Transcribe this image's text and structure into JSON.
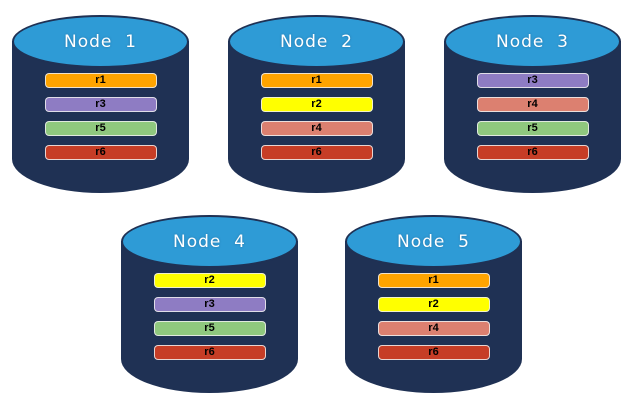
{
  "colors": {
    "background": "#FFFFFF",
    "cylinder_body": "#1F3154",
    "cylinder_top": "#2E9BD6",
    "replica_orange": "#FFA400",
    "replica_yellow": "#FFFF00",
    "replica_purple": "#8E7CC3",
    "replica_salmon": "#DC8070",
    "replica_green": "#8FC87E",
    "replica_red": "#C63D26"
  },
  "nodes": [
    {
      "name": "Node  1",
      "replicas": [
        {
          "label": "r1",
          "color": "#FFA400"
        },
        {
          "label": "r3",
          "color": "#8E7CC3"
        },
        {
          "label": "r5",
          "color": "#8FC87E"
        },
        {
          "label": "r6",
          "color": "#C63D26"
        }
      ]
    },
    {
      "name": "Node  2",
      "replicas": [
        {
          "label": "r1",
          "color": "#FFA400"
        },
        {
          "label": "r2",
          "color": "#FFFF00"
        },
        {
          "label": "r4",
          "color": "#DC8070"
        },
        {
          "label": "r6",
          "color": "#C63D26"
        }
      ]
    },
    {
      "name": "Node  3",
      "replicas": [
        {
          "label": "r3",
          "color": "#8E7CC3"
        },
        {
          "label": "r4",
          "color": "#DC8070"
        },
        {
          "label": "r5",
          "color": "#8FC87E"
        },
        {
          "label": "r6",
          "color": "#C63D26"
        }
      ]
    },
    {
      "name": "Node  4",
      "replicas": [
        {
          "label": "r2",
          "color": "#FFFF00"
        },
        {
          "label": "r3",
          "color": "#8E7CC3"
        },
        {
          "label": "r5",
          "color": "#8FC87E"
        },
        {
          "label": "r6",
          "color": "#C63D26"
        }
      ]
    },
    {
      "name": "Node  5",
      "replicas": [
        {
          "label": "r1",
          "color": "#FFA400"
        },
        {
          "label": "r2",
          "color": "#FFFF00"
        },
        {
          "label": "r4",
          "color": "#DC8070"
        },
        {
          "label": "r6",
          "color": "#C63D26"
        }
      ]
    }
  ]
}
